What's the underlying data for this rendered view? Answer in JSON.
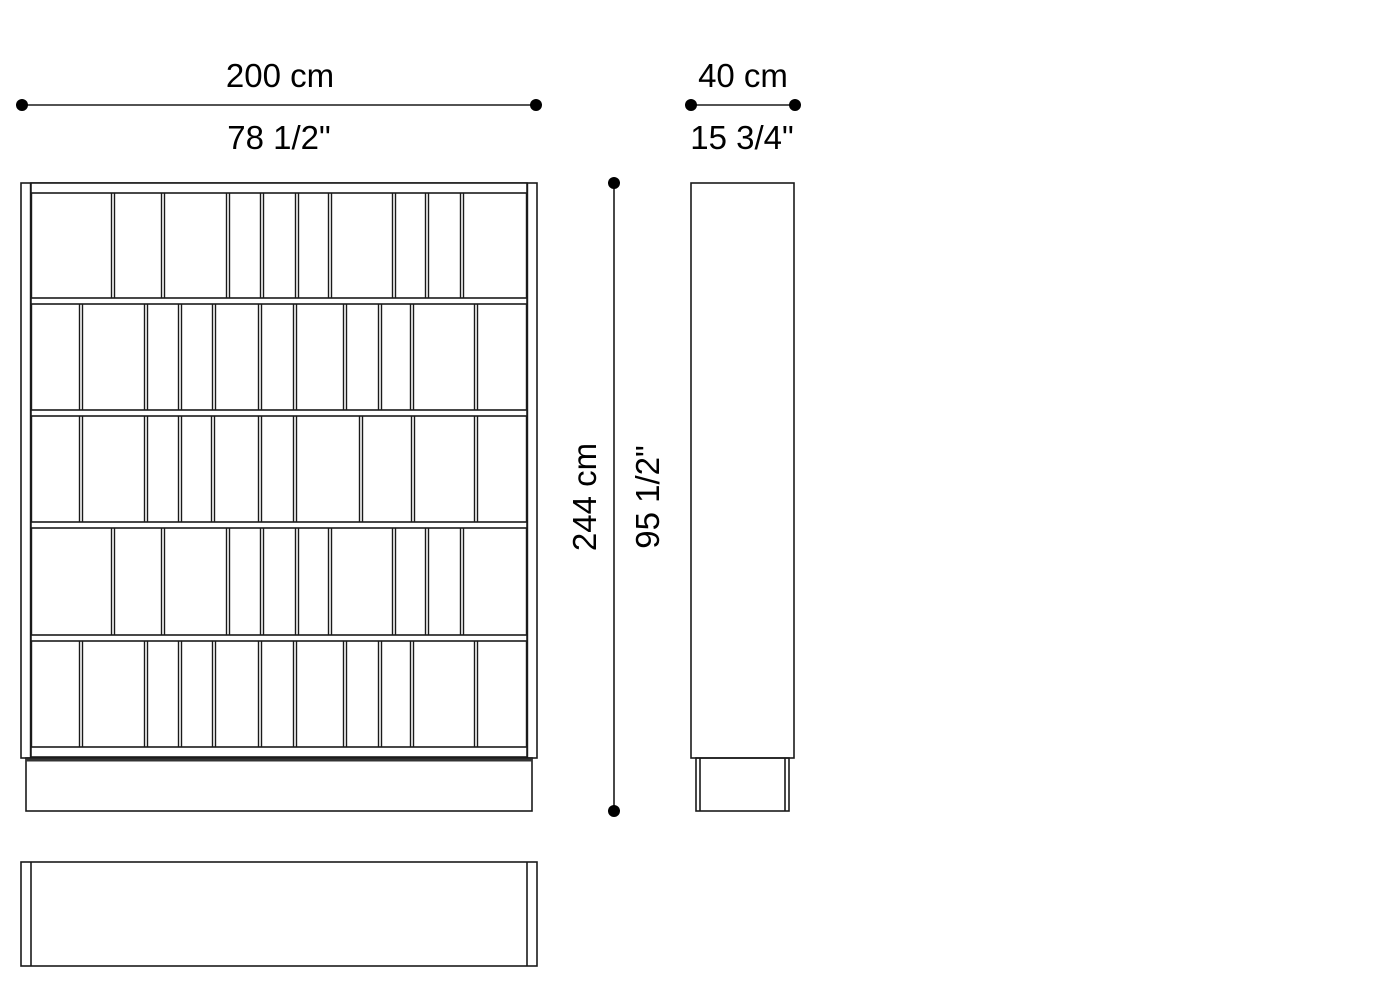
{
  "dimensions": {
    "width_cm": "200 cm",
    "width_in": "78 1/2\"",
    "depth_cm": "40 cm",
    "depth_in": "15 3/4\"",
    "height_cm": "244 cm",
    "height_in": "95 1/2\""
  },
  "drawing": {
    "views": [
      "front",
      "side",
      "top"
    ],
    "shelf_rows": 5,
    "line_color": "#1a1a1a",
    "background": "#ffffff"
  }
}
